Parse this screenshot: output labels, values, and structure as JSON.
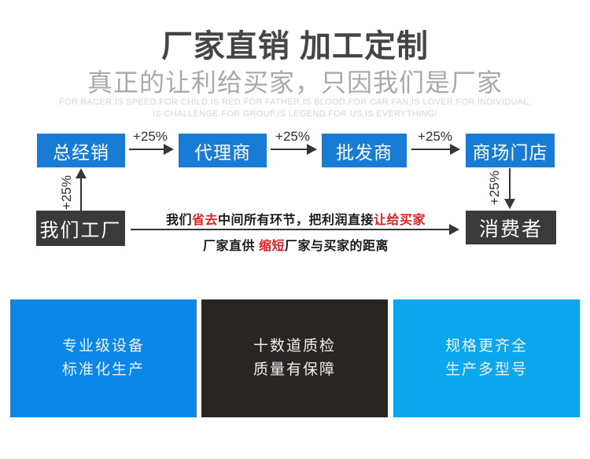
{
  "header": {
    "title": "厂家直销 加工定制",
    "subtitle": "真正的让利给买家，只因我们是厂家",
    "caption_line1": "FOR RACER,IS SPEED.FOR CHILD,IS RED.FOR FATHER,IS BLOOD.FOR CAR FAN,IS LOVER.FOR INDIVIDUAL,",
    "caption_line2": "IS CHALLENGE.FOR GROUP,IS LEGEND.FOR US,IS EVERYTHING!"
  },
  "flow": {
    "markup": "+25%",
    "chain": [
      "总经销",
      "代理商",
      "批发商",
      "商场门店"
    ],
    "factory": "我们工厂",
    "consumer": "消费者",
    "savings_line": {
      "seg1": "我们",
      "seg2": "省去",
      "seg3": "中间所有环节，把利润直接",
      "seg4": "让给买家"
    },
    "direct_line": {
      "seg1": "厂家直供 ",
      "seg2": "缩短",
      "seg3": "厂家与买家的距离"
    }
  },
  "features": [
    {
      "line1": "专业级设备",
      "line2": "标准化生产"
    },
    {
      "line1": "十数道质检",
      "line2": "质量有保障"
    },
    {
      "line1": "规格更齐全",
      "line2": "生产多型号"
    }
  ],
  "colors": {
    "flow_blue": "#187bd6",
    "dark_box": "#3a3a3a",
    "feature_blue": "#0a87e8",
    "feature_dark": "#282523",
    "feature_cyan": "#0ba7ee",
    "accent_red": "#e02020",
    "arrow_dark": "#363636",
    "title_gray": "#454545",
    "subtitle_gray": "#a9a9a9",
    "caption_gray": "#d5d5d5"
  }
}
